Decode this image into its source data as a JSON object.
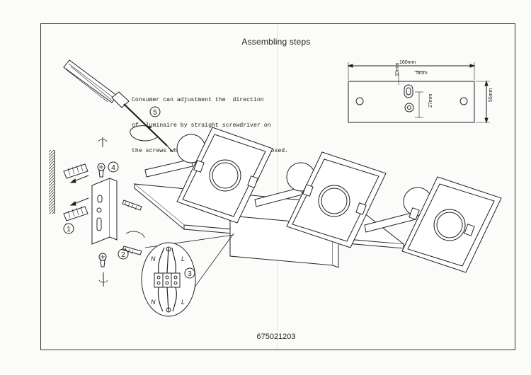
{
  "title": "Assembling steps",
  "note_lines": [
    "Consumer can adjustment the  direction",
    "of  luminaire by straight screwdriver on",
    "the screws while the acrylic shade is loosed."
  ],
  "product_code": "675021203",
  "step_numbers": [
    "1",
    "2",
    "3",
    "4",
    "5"
  ],
  "dimensions": {
    "width": "160mm",
    "height": "55mm",
    "top_offset": "10mm",
    "slot_width": "5mm",
    "slot_length": "27mm"
  },
  "wiring_labels": {
    "top_left": "N",
    "top_right": "L",
    "bottom_left": "N",
    "bottom_right": "L"
  }
}
